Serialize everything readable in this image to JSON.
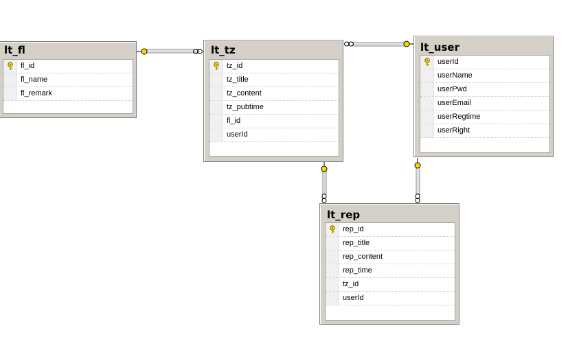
{
  "tables": {
    "lt_fl": {
      "name": "lt_fl",
      "columns": [
        "fl_id",
        "fl_name",
        "fl_remark"
      ]
    },
    "lt_tz": {
      "name": "lt_tz",
      "columns": [
        "tz_id",
        "tz_title",
        "tz_content",
        "tz_pubtime",
        "fl_id",
        "userId"
      ]
    },
    "lt_user": {
      "name": "lt_user",
      "columns": [
        "userId",
        "userName",
        "userPwd",
        "userEmail",
        "userRegtime",
        "userRight"
      ]
    },
    "lt_rep": {
      "name": "lt_rep",
      "columns": [
        "rep_id",
        "rep_title",
        "rep_content",
        "rep_time",
        "tz_id",
        "userId"
      ]
    }
  },
  "primary_keys": {
    "lt_fl": "fl_id",
    "lt_tz": "tz_id",
    "lt_user": "userId",
    "lt_rep": "rep_id"
  },
  "relationships": [
    {
      "from": "lt_fl",
      "to": "lt_tz",
      "one_end": "lt_fl",
      "many_end": "lt_tz"
    },
    {
      "from": "lt_user",
      "to": "lt_tz",
      "one_end": "lt_user",
      "many_end": "lt_tz"
    },
    {
      "from": "lt_tz",
      "to": "lt_rep",
      "one_end": "lt_tz",
      "many_end": "lt_rep"
    },
    {
      "from": "lt_user",
      "to": "lt_rep",
      "one_end": "lt_user",
      "many_end": "lt_rep"
    }
  ],
  "colors": {
    "key_yellow": "#ffd700",
    "line": "#808080",
    "table_bg": "#d4d0c8"
  }
}
